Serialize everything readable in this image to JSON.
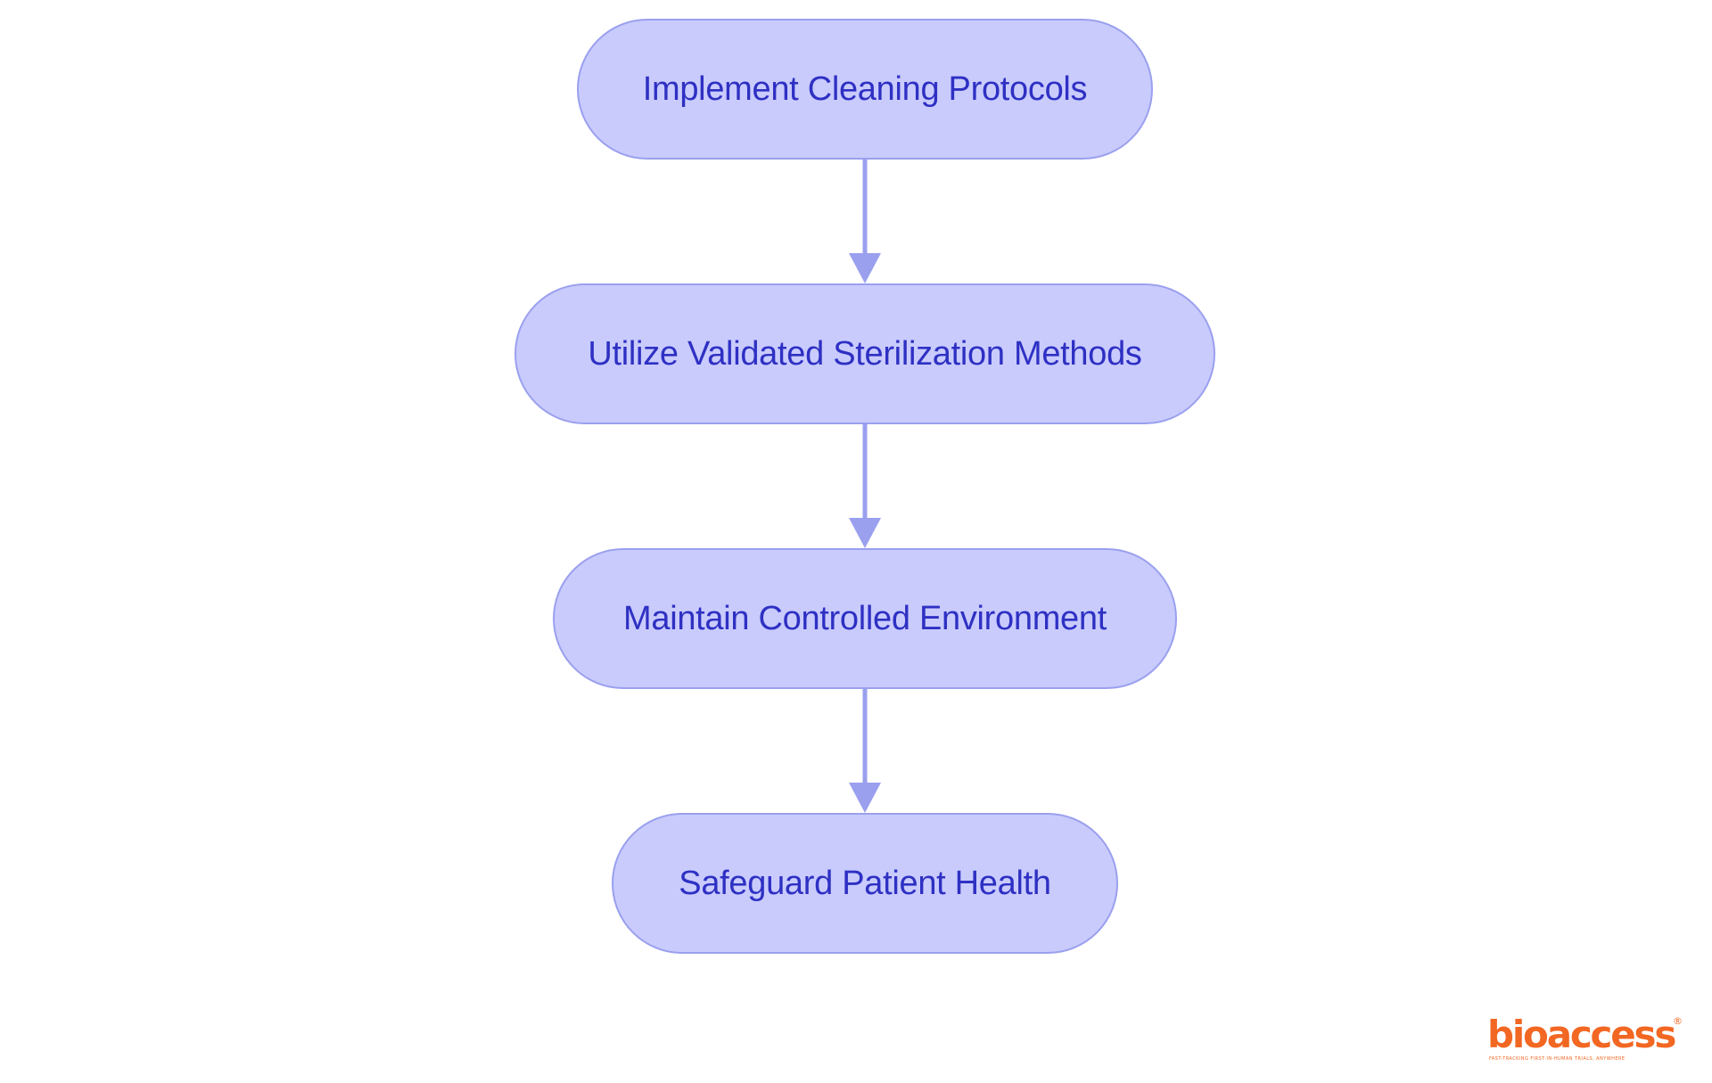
{
  "diagram": {
    "type": "flowchart",
    "direction": "top-to-bottom",
    "colors": {
      "node_fill": "#c9cbfd",
      "node_border": "#9aa0ee",
      "node_text": "#2e30c3",
      "arrow": "#9aa0ee"
    },
    "nodes": [
      {
        "id": "n1",
        "label": "Implement Cleaning Protocols"
      },
      {
        "id": "n2",
        "label": "Utilize Validated Sterilization Methods"
      },
      {
        "id": "n3",
        "label": "Maintain Controlled Environment"
      },
      {
        "id": "n4",
        "label": "Safeguard Patient Health"
      }
    ],
    "edges": [
      {
        "from": "n1",
        "to": "n2"
      },
      {
        "from": "n2",
        "to": "n3"
      },
      {
        "from": "n3",
        "to": "n4"
      }
    ]
  },
  "logo": {
    "wordmark": "bioaccess",
    "registered_mark": "®",
    "tagline": "FAST-TRACKING FIRST-IN-HUMAN TRIALS, ANYWHERE",
    "color": "#f26722"
  }
}
